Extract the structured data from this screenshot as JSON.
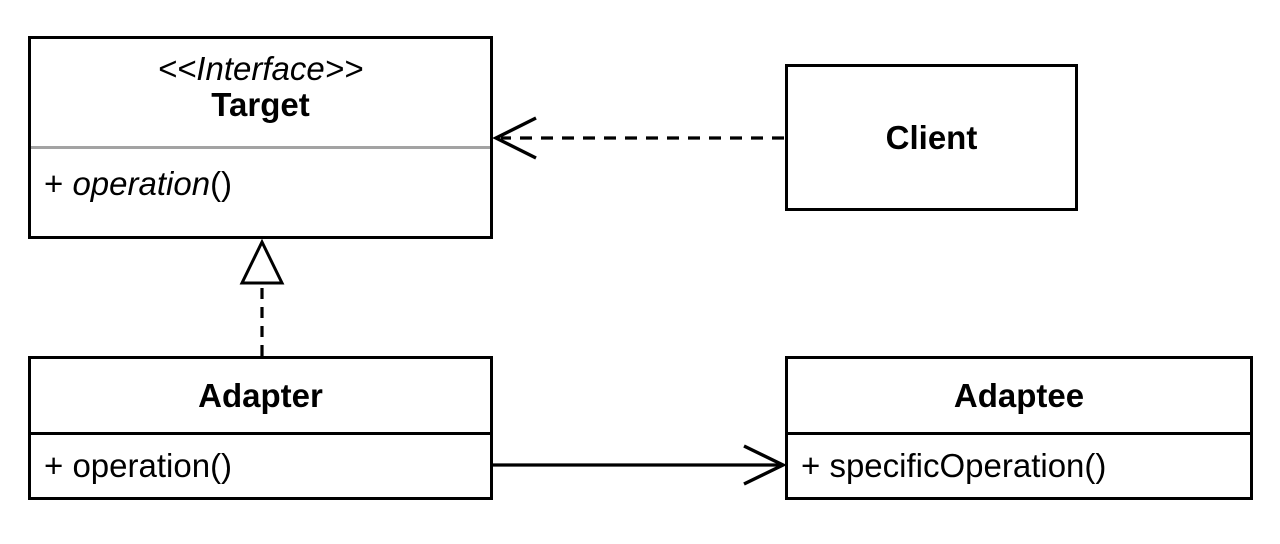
{
  "diagram": {
    "kind": "uml-class-diagram",
    "pattern_name": "Adapter",
    "classes": {
      "target": {
        "stereotype": "<<Interface>>",
        "name": "Target",
        "methods": [
          {
            "visibility": "+ ",
            "name": "operation",
            "params": "()",
            "abstract": true
          }
        ]
      },
      "client": {
        "name": "Client",
        "methods": []
      },
      "adapter": {
        "name": "Adapter",
        "methods": [
          {
            "visibility": "+ ",
            "name": "operation",
            "params": "()",
            "abstract": false
          }
        ]
      },
      "adaptee": {
        "name": "Adaptee",
        "methods": [
          {
            "visibility": "+ ",
            "name": "specificOperation",
            "params": "()",
            "abstract": false
          }
        ]
      }
    },
    "relationships": [
      {
        "from": "Client",
        "to": "Target",
        "type": "dependency",
        "line": "dashed",
        "head": "open-arrow"
      },
      {
        "from": "Adapter",
        "to": "Target",
        "type": "realization",
        "line": "dashed",
        "head": "hollow-triangle"
      },
      {
        "from": "Adapter",
        "to": "Adaptee",
        "type": "association",
        "line": "solid",
        "head": "open-arrow"
      }
    ],
    "colors": {
      "line": "#000000",
      "text": "#000000",
      "box_background": "#ffffff",
      "page_background": "#ffffff",
      "target_divider": "#a3a3a3"
    }
  }
}
